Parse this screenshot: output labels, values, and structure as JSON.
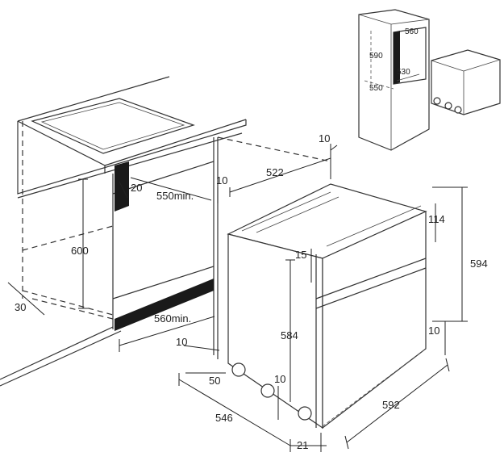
{
  "colors": {
    "line": "#333333",
    "fill_dark": "#1a1a1a",
    "background": "#ffffff"
  },
  "labels": {
    "depth_10_top": "10",
    "cabinet_depth_522": "522",
    "depth_10_left": "10",
    "gap_20": "20",
    "depth_550": "550min.",
    "height_600": "600",
    "offset_30": "30",
    "width_560": "560min.",
    "panel_114": "114",
    "height_594": "594",
    "gap_15": "15",
    "height_584": "584",
    "gap_10_right": "10",
    "gap_10_front": "10",
    "offset_50": "50",
    "gap_10_bottom": "10",
    "depth_546": "546",
    "width_592": "592",
    "front_21": "21",
    "inset_560": "560",
    "inset_590": "590",
    "inset_530": "530",
    "inset_550": "550"
  }
}
